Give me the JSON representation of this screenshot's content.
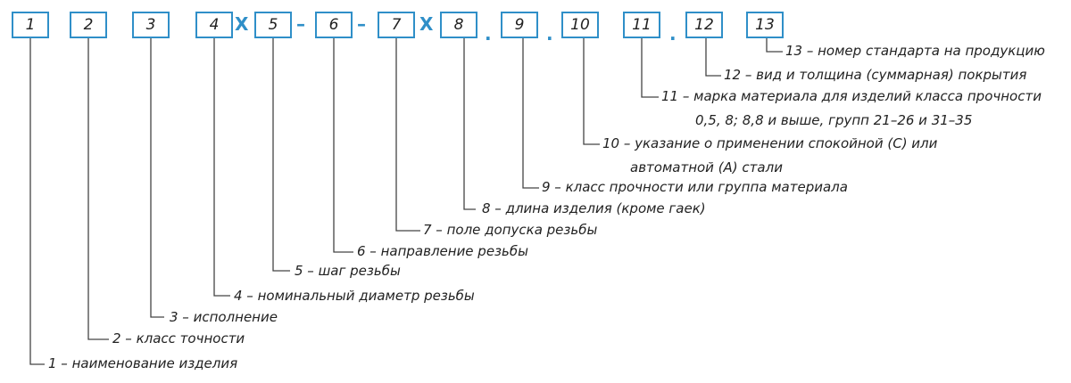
{
  "boxes": [
    {
      "id": "1",
      "label": "1"
    },
    {
      "id": "2",
      "label": "2"
    },
    {
      "id": "3",
      "label": "3"
    },
    {
      "id": "4",
      "label": "4"
    },
    {
      "id": "5",
      "label": "5"
    },
    {
      "id": "6",
      "label": "6"
    },
    {
      "id": "7",
      "label": "7"
    },
    {
      "id": "8",
      "label": "8"
    },
    {
      "id": "9",
      "label": "9"
    },
    {
      "id": "10",
      "label": "10"
    },
    {
      "id": "11",
      "label": "11"
    },
    {
      "id": "12",
      "label": "12"
    },
    {
      "id": "13",
      "label": "13"
    }
  ],
  "separators": {
    "x1": "X",
    "dash1": "–",
    "dash2": "–",
    "x2": "X",
    "dot1": ".",
    "dot2": ".",
    "dot3": "."
  },
  "descriptions": {
    "d1": "1 – наименование изделия",
    "d2": "2 – класс точности",
    "d3": "3 – исполнение",
    "d4": "4 – номинальный диаметр резьбы",
    "d5": "5 – шаг резьбы",
    "d6": "6 – направление резьбы",
    "d7": "7 – поле допуска резьбы",
    "d8": "8 – длина изделия (кроме гаек)",
    "d9": "9 – класс прочности или группа материала",
    "d10": "10 – указание о применении спокойной (С) или",
    "d10b": "автоматной (А) стали",
    "d11": "11 – марка материала для изделий класса прочности",
    "d11b": "0,5, 8; 8,8 и выше, групп 21–26 и 31–35",
    "d12": "12 – вид и толщина (суммарная) покрытия",
    "d13": "13 – номер стандарта на продукцию"
  },
  "colors": {
    "accent": "#2f8fc8",
    "line": "#333333",
    "text": "#222222"
  }
}
